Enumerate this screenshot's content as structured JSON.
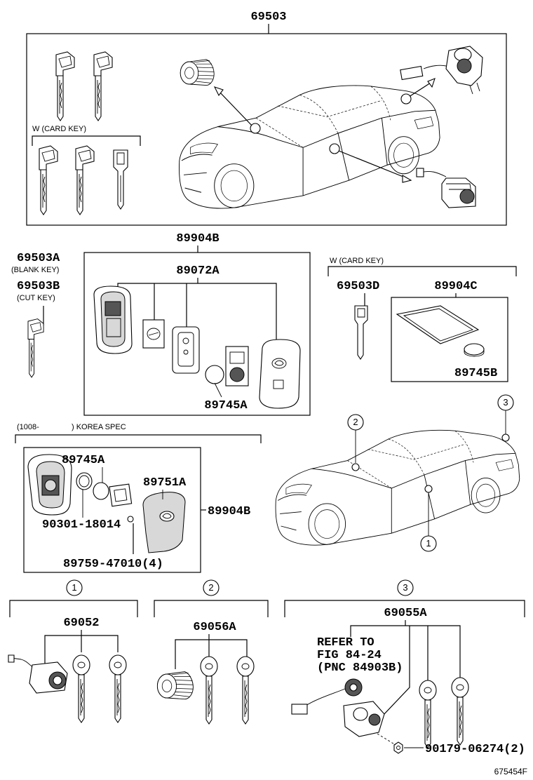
{
  "labels": {
    "p69503": "69503",
    "card_key_top": "W (CARD KEY)",
    "p89904b_top": "89904B",
    "p69503a": "69503A",
    "blank_key": "(BLANK KEY)",
    "p69503b": "69503B",
    "cut_key": "(CUT KEY)",
    "p89072a": "89072A",
    "p89745a_mid": "89745A",
    "card_key_right": "W (CARD KEY)",
    "p69503d": "69503D",
    "p89904c": "89904C",
    "p89745b": "89745B",
    "korea_spec_open": "(1008-",
    "korea_spec_close": ") KOREA SPEC",
    "p89745a_korea": "89745A",
    "p89751a": "89751A",
    "p89904b_korea": "89904B",
    "p90301": "90301-18014",
    "p89759": "89759-47010(4)",
    "circle1": "1",
    "circle2": "2",
    "circle3": "3",
    "group1": "1",
    "group2": "2",
    "group3": "3",
    "p69052": "69052",
    "p69056a": "69056A",
    "p69055a": "69055A",
    "refer1": "REFER TO",
    "refer2": "FIG 84-24",
    "refer3": "(PNC 84903B)",
    "p90179": "90179-06274(2)",
    "fig_no": "675454F"
  }
}
